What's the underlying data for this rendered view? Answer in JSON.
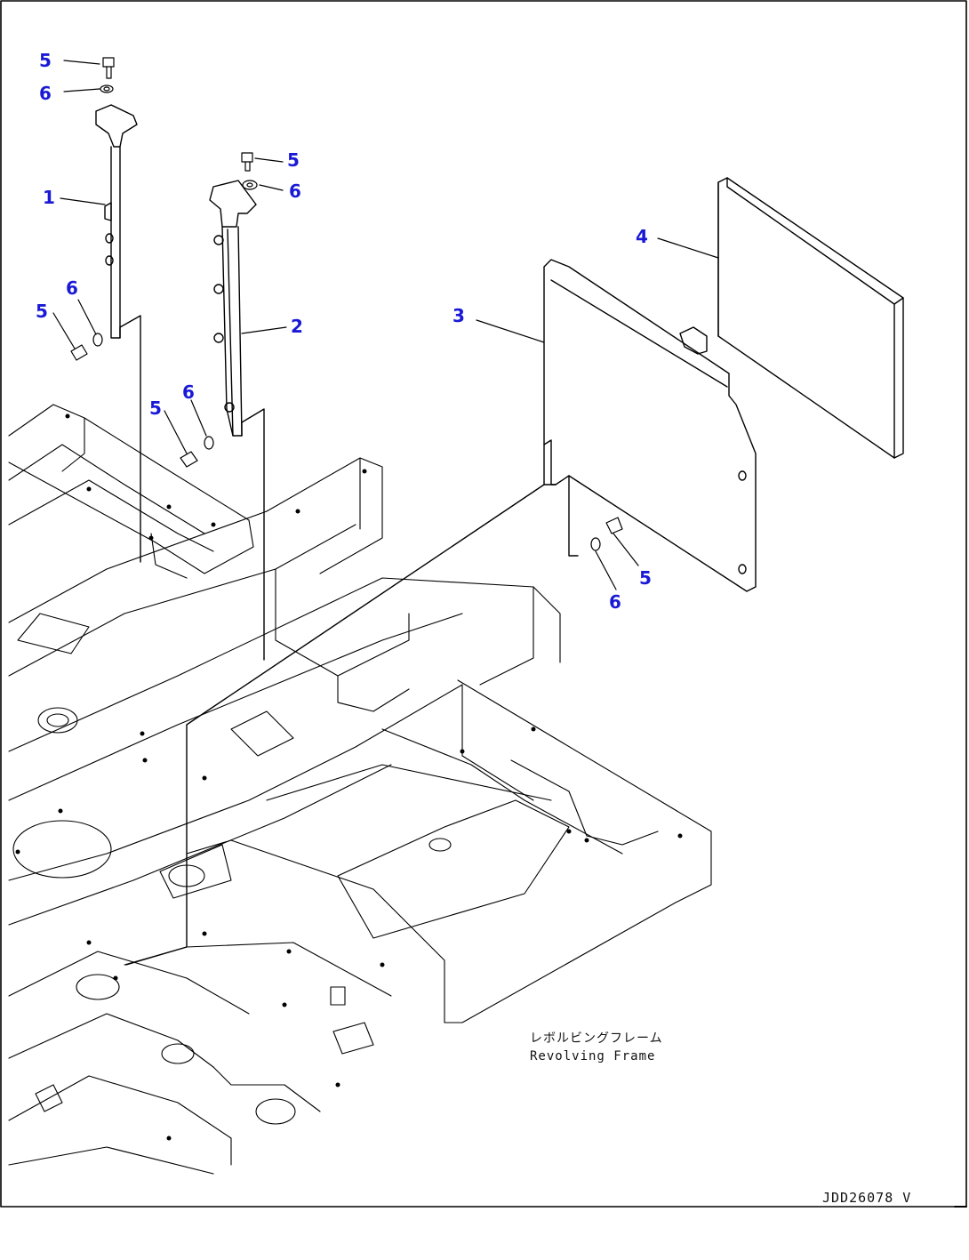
{
  "callouts": {
    "c5_a": "5",
    "c6_a": "6",
    "c5_b": "5",
    "c6_b": "6",
    "c1": "1",
    "c6_c": "6",
    "c5_c": "5",
    "c2": "2",
    "c6_d": "6",
    "c5_d": "5",
    "c4": "4",
    "c3": "3",
    "c5_e": "5",
    "c6_e": "6"
  },
  "frame_label": {
    "jp": "レボルビングフレーム",
    "en": "Revolving Frame"
  },
  "drawing_id": "JDD26078 V",
  "colors": {
    "callout": "#1a1ad6",
    "line": "#000000",
    "background": "#ffffff"
  }
}
